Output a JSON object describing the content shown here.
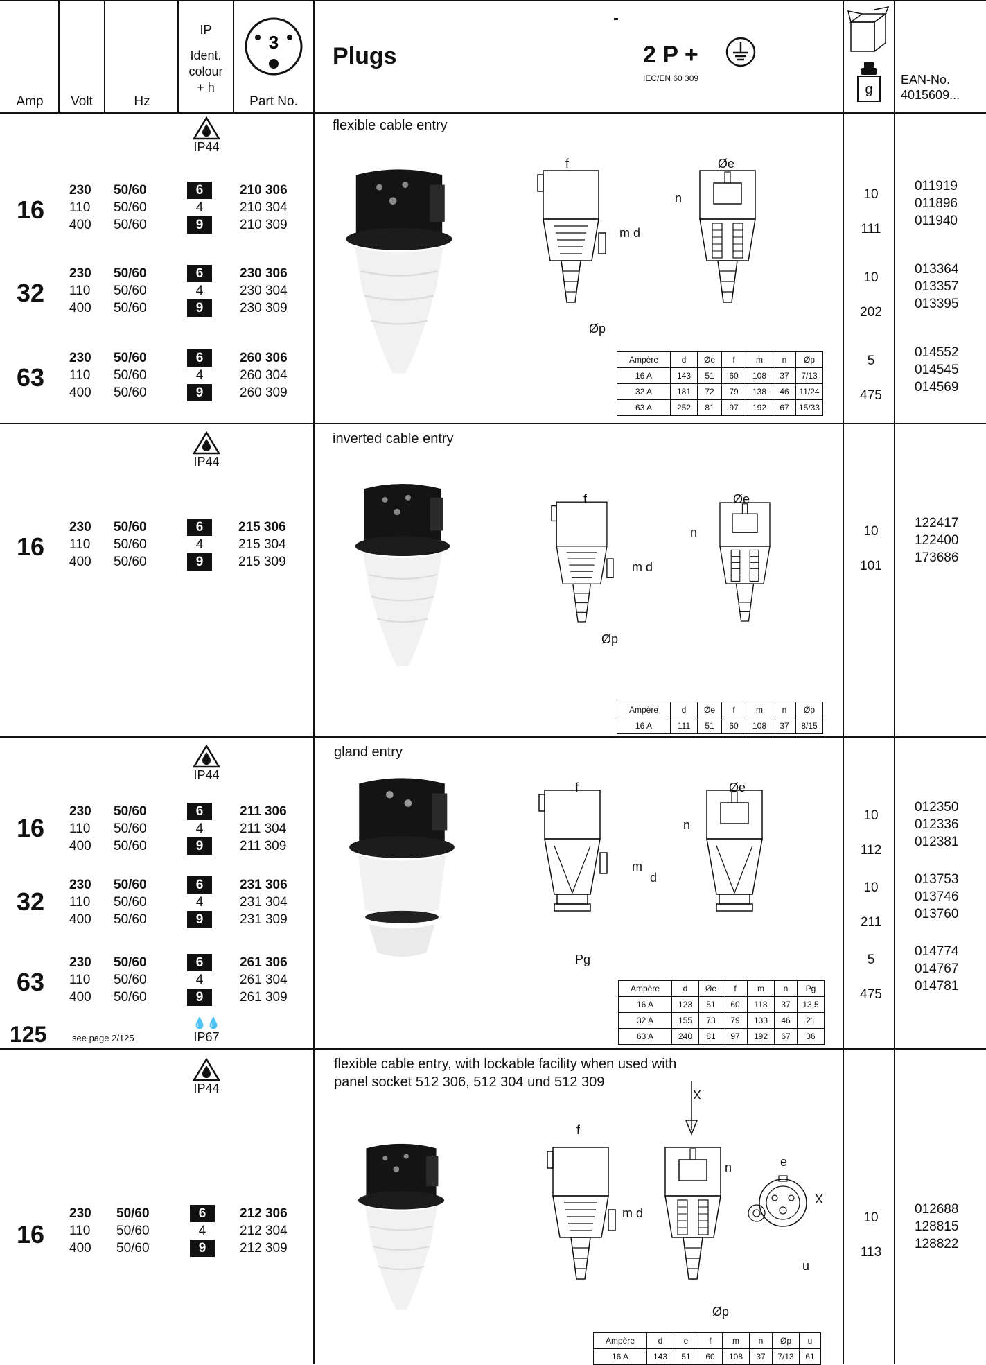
{
  "header": {
    "amp": "Amp",
    "volt": "Volt",
    "hz": "Hz",
    "ip_lines": [
      "IP",
      "Ident.",
      "colour",
      "+ h"
    ],
    "pin_number": "3",
    "part_no": "Part No.",
    "title": "Plugs",
    "poles": "2 P +",
    "standard": "IEC/EN 60 309",
    "weight_unit": "g",
    "ean_lines": [
      "EAN-No.",
      "4015609..."
    ]
  },
  "sections": [
    {
      "title_lines": [
        "flexible cable entry"
      ],
      "ip": "IP44",
      "groups": [
        {
          "amp": "16",
          "volts": [
            "230",
            "110",
            "400"
          ],
          "hz": [
            "50/60",
            "50/60",
            "50/60"
          ],
          "colours": [
            "6",
            "4",
            "9"
          ],
          "parts": [
            "210 306",
            "210 304",
            "210 309"
          ],
          "pack": [
            "10",
            "",
            "111"
          ],
          "ean": [
            "011919",
            "011896",
            "011940"
          ]
        },
        {
          "amp": "32",
          "volts": [
            "230",
            "110",
            "400"
          ],
          "hz": [
            "50/60",
            "50/60",
            "50/60"
          ],
          "colours": [
            "6",
            "4",
            "9"
          ],
          "parts": [
            "230 306",
            "230 304",
            "230 309"
          ],
          "pack": [
            "10",
            "",
            "202"
          ],
          "ean": [
            "013364",
            "013357",
            "013395"
          ]
        },
        {
          "amp": "63",
          "volts": [
            "230",
            "110",
            "400"
          ],
          "hz": [
            "50/60",
            "50/60",
            "50/60"
          ],
          "colours": [
            "6",
            "4",
            "9"
          ],
          "parts": [
            "260 306",
            "260 304",
            "260 309"
          ],
          "pack": [
            "5",
            "",
            "475"
          ],
          "ean": [
            "014552",
            "014545",
            "014569"
          ]
        }
      ],
      "dim_table": {
        "headers": [
          "Ampère",
          "d",
          "Øe",
          "f",
          "m",
          "n",
          "Øp"
        ],
        "rows": [
          [
            "16 A",
            "143",
            "51",
            "60",
            "108",
            "37",
            "7/13"
          ],
          [
            "32 A",
            "181",
            "72",
            "79",
            "138",
            "46",
            "11/24"
          ],
          [
            "63 A",
            "252",
            "81",
            "97",
            "192",
            "67",
            "15/33"
          ]
        ]
      },
      "drawing_labels": {
        "f": "f",
        "e": "Øe",
        "n": "n",
        "md": "m d",
        "p": "Øp"
      }
    },
    {
      "title_lines": [
        "inverted cable entry"
      ],
      "ip": "IP44",
      "groups": [
        {
          "amp": "16",
          "volts": [
            "230",
            "110",
            "400"
          ],
          "hz": [
            "50/60",
            "50/60",
            "50/60"
          ],
          "colours": [
            "6",
            "4",
            "9"
          ],
          "parts": [
            "215 306",
            "215 304",
            "215 309"
          ],
          "pack": [
            "10",
            "",
            "101"
          ],
          "ean": [
            "122417",
            "122400",
            "173686"
          ]
        }
      ],
      "dim_table": {
        "headers": [
          "Ampère",
          "d",
          "Øe",
          "f",
          "m",
          "n",
          "Øp"
        ],
        "rows": [
          [
            "16 A",
            "111",
            "51",
            "60",
            "108",
            "37",
            "8/15"
          ]
        ]
      },
      "drawing_labels": {
        "f": "f",
        "e": "Øe",
        "n": "n",
        "md": "m d",
        "p": "Øp"
      }
    },
    {
      "title_lines": [
        "gland entry"
      ],
      "ip": "IP44",
      "groups": [
        {
          "amp": "16",
          "volts": [
            "230",
            "110",
            "400"
          ],
          "hz": [
            "50/60",
            "50/60",
            "50/60"
          ],
          "colours": [
            "6",
            "4",
            "9"
          ],
          "parts": [
            "211 306",
            "211 304",
            "211 309"
          ],
          "pack": [
            "10",
            "",
            "112"
          ],
          "ean": [
            "012350",
            "012336",
            "012381"
          ]
        },
        {
          "amp": "32",
          "volts": [
            "230",
            "110",
            "400"
          ],
          "hz": [
            "50/60",
            "50/60",
            "50/60"
          ],
          "colours": [
            "6",
            "4",
            "9"
          ],
          "parts": [
            "231 306",
            "231 304",
            "231 309"
          ],
          "pack": [
            "10",
            "",
            "211"
          ],
          "ean": [
            "013753",
            "013746",
            "013760"
          ]
        },
        {
          "amp": "63",
          "volts": [
            "230",
            "110",
            "400"
          ],
          "hz": [
            "50/60",
            "50/60",
            "50/60"
          ],
          "colours": [
            "6",
            "4",
            "9"
          ],
          "parts": [
            "261 306",
            "261 304",
            "261 309"
          ],
          "pack": [
            "5",
            "",
            "475"
          ],
          "ean": [
            "014774",
            "014767",
            "014781"
          ]
        }
      ],
      "extra": {
        "amp": "125",
        "note": "see page 2/125",
        "ip": "IP67"
      },
      "dim_table": {
        "headers": [
          "Ampère",
          "d",
          "Øe",
          "f",
          "m",
          "n",
          "Pg"
        ],
        "rows": [
          [
            "16 A",
            "123",
            "51",
            "60",
            "118",
            "37",
            "13,5"
          ],
          [
            "32 A",
            "155",
            "73",
            "79",
            "133",
            "46",
            "21"
          ],
          [
            "63 A",
            "240",
            "81",
            "97",
            "192",
            "67",
            "36"
          ]
        ]
      },
      "drawing_labels": {
        "f": "f",
        "e": "Øe",
        "n": "n",
        "m": "m",
        "d": "d",
        "pg": "Pg"
      }
    },
    {
      "title_lines": [
        "flexible cable entry, with lockable facility when used with",
        "panel socket 512 306, 512 304 und 512 309"
      ],
      "ip": "IP44",
      "groups": [
        {
          "amp": "16",
          "volts": [
            "230",
            "110",
            "400"
          ],
          "hz": [
            "50/60",
            "50/60",
            "50/60"
          ],
          "colours": [
            "6",
            "4",
            "9"
          ],
          "parts": [
            "212 306",
            "212 304",
            "212 309"
          ],
          "pack": [
            "10",
            "",
            "113"
          ],
          "ean": [
            "012688",
            "128815",
            "128822"
          ]
        }
      ],
      "dim_table": {
        "headers": [
          "Ampère",
          "d",
          "e",
          "f",
          "m",
          "n",
          "Øp",
          "u"
        ],
        "rows": [
          [
            "16 A",
            "143",
            "51",
            "60",
            "108",
            "37",
            "7/13",
            "61"
          ]
        ]
      },
      "drawing_labels": {
        "f": "f",
        "e": "e",
        "n": "n",
        "md": "m d",
        "p": "Øp",
        "x": "X",
        "u": "u"
      }
    }
  ]
}
